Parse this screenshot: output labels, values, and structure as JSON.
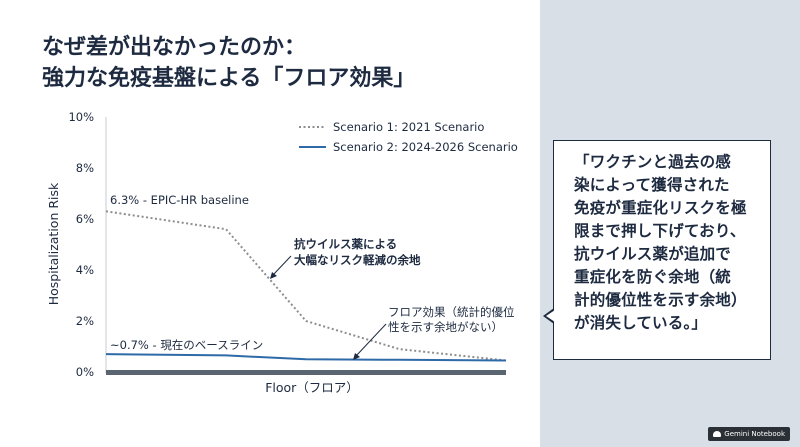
{
  "page": {
    "title_line1": "なぜ差が出なかったのか：",
    "title_line2": "強力な免疫基盤による「フロア効果」",
    "callout": [
      "「ワクチンと過去の感",
      "染によって獲得された",
      "免疫が重症化リスクを極",
      "限まで押し下げており、",
      "抗ウイルス薬が追加で",
      "重症化を防ぐ余地（統",
      "計的優位性を示す余地）",
      "が消失している。」"
    ],
    "footer": "Gemini Notebook",
    "colors": {
      "navy": "#1d2a40",
      "scenario1": "#8d8d8d",
      "scenario2": "#2f6aa8",
      "floor_bar": "#5b6572",
      "panel": "#d9dfe6"
    }
  },
  "chart_data": {
    "type": "line",
    "xlabel": "Floor（フロア）",
    "ylabel": "Hospitalization Risk",
    "ylim": [
      0,
      10
    ],
    "y_ticks": [
      "0%",
      "2%",
      "4%",
      "6%",
      "8%",
      "10%"
    ],
    "y_tick_values": [
      0,
      2,
      4,
      6,
      8,
      10
    ],
    "x": [
      0,
      1,
      2,
      3,
      4,
      5,
      6
    ],
    "xlim": [
      0,
      6
    ],
    "series": [
      {
        "name": "Scenario 1: 2021 Scenario",
        "style": "dotted",
        "x": [
          0,
          1.8,
          3,
          4.4,
          6
        ],
        "values": [
          6.3,
          5.6,
          2.0,
          0.9,
          0.45
        ]
      },
      {
        "name": "Scenario 2: 2024-2026 Scenario",
        "style": "solid",
        "x": [
          0,
          1.8,
          3,
          4.4,
          6
        ],
        "values": [
          0.7,
          0.65,
          0.5,
          0.48,
          0.45
        ]
      }
    ],
    "floor_value": 0,
    "annotations": {
      "epic_baseline": "6.3% - EPIC-HR baseline",
      "current_baseline": "~0.7% - 現在のベースライン",
      "antiviral_line1": "抗ウイルス薬による",
      "antiviral_line2": "大幅なリスク軽減の余地",
      "floor_line1": "フロア効果（統計的優位",
      "floor_line2": "性を示す余地がない）"
    },
    "legend_position": "top-right",
    "grid": false
  }
}
